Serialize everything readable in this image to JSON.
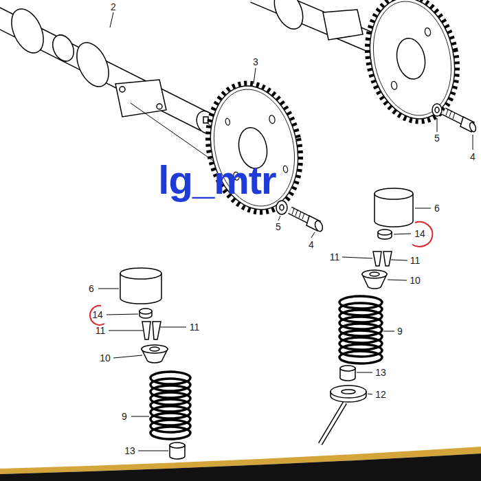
{
  "diagram": {
    "labels": [
      "2",
      "3",
      "4",
      "5",
      "lg_mtr",
      "5",
      "4",
      "6",
      "14",
      "11",
      "11",
      "10",
      "6",
      "14",
      "11",
      "11",
      "10",
      "9",
      "9",
      "13",
      "12",
      "13"
    ]
  }
}
